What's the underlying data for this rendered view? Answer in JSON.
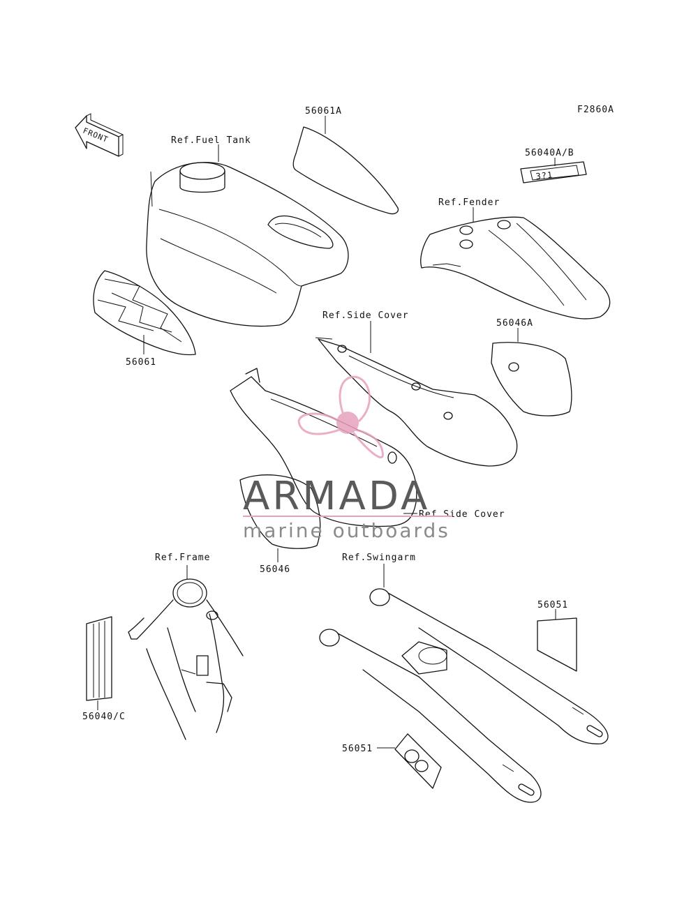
{
  "figure_code": "F2860A",
  "front_label": "FRONT",
  "labels": {
    "p56061A": "56061A",
    "ref_fuel_tank": "Ref.Fuel Tank",
    "p56040AB": "56040A/B",
    "decal_text": "3?1",
    "ref_fender": "Ref.Fender",
    "p56061": "56061",
    "ref_side_cover_top": "Ref.Side Cover",
    "p56046A": "56046A",
    "ref_side_cover_bottom": "Ref.Side Cover",
    "p56046": "56046",
    "ref_frame": "Ref.Frame",
    "ref_swingarm": "Ref.Swingarm",
    "p56051_top": "56051",
    "p56040C": "56040/C",
    "p56051_bottom": "56051"
  },
  "watermark": {
    "title": "ARMADA",
    "subtitle": "marine outboards",
    "accent_color": "#e8a0be"
  }
}
